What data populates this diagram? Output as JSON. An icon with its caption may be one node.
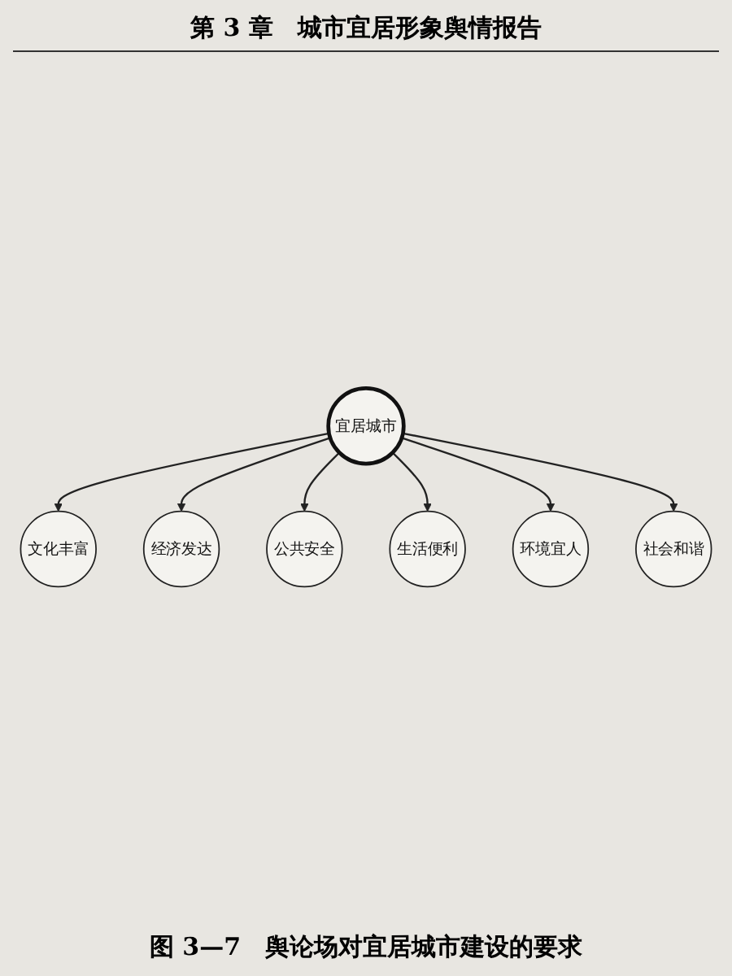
{
  "diagram": {
    "caption": "图 3—7　舆论场对宜居城市建设的要求",
    "nodes": [
      {
        "text": [
          "文化丰富"
        ]
      },
      {
        "text": [
          "经济发达"
        ]
      },
      {
        "text": [
          "公共安全"
        ]
      },
      {
        "text": [
          "宜居城市"
        ]
      },
      {
        "text": [
          "生活便利"
        ]
      },
      {
        "text": [
          "环境宜人"
        ]
      },
      {
        "text": [
          "社会和谐"
        ]
      }
    ],
    "edges": [
      {
        "from": 3,
        "to": 0,
        "arrow": "to"
      },
      {
        "from": 3,
        "to": 1,
        "arrow": "to"
      },
      {
        "from": 3,
        "to": 2,
        "arrow": "to"
      },
      {
        "from": 3,
        "to": 4,
        "arrow": "to"
      },
      {
        "from": 3,
        "to": 5,
        "arrow": "to"
      },
      {
        "from": 3,
        "to": 6,
        "arrow": "to"
      }
    ],
    "labels": [
      "第 3 章　城市宜居形象舆情报告"
    ]
  }
}
